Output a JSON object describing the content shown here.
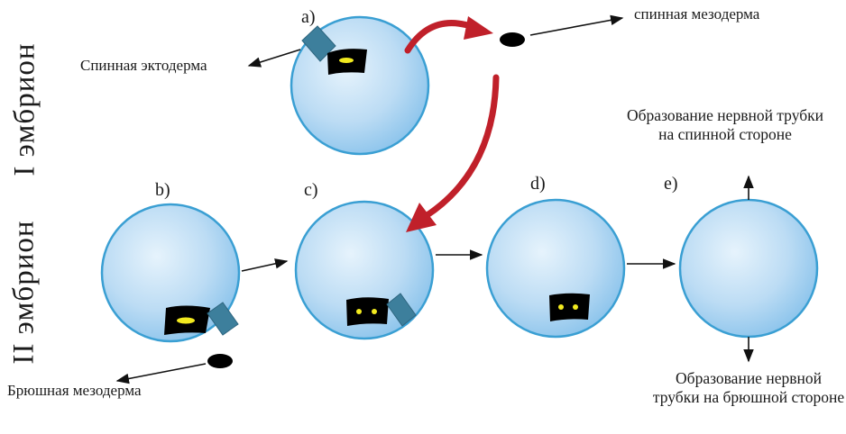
{
  "side_labels": {
    "embryo_1": "I эмбрион",
    "embryo_2": "II эмбрион"
  },
  "panels": {
    "a": "a)",
    "b": "b)",
    "c": "c)",
    "d": "d)",
    "e": "e)"
  },
  "labels": {
    "dorsal_ectoderm": "Спинная эктодерма",
    "dorsal_mesoderm": "спинная мезодерма",
    "ventral_mesoderm": "Брюшная мезодерма",
    "neural_tube_dorsal": "Образование нервной трубки на спинной стороне",
    "neural_tube_ventral": "Образование нервной трубки на брюшной стороне"
  },
  "colors": {
    "embryo_fill_center": "#e2f1fb",
    "embryo_fill_edge": "#8cc6ee",
    "embryo_outline": "#3a9fd3",
    "ectoderm_piece": "#3d7f9c",
    "tissue_black": "#000000",
    "tissue_yellow": "#f2ea1f",
    "transplant_arrow": "#c0202a"
  }
}
